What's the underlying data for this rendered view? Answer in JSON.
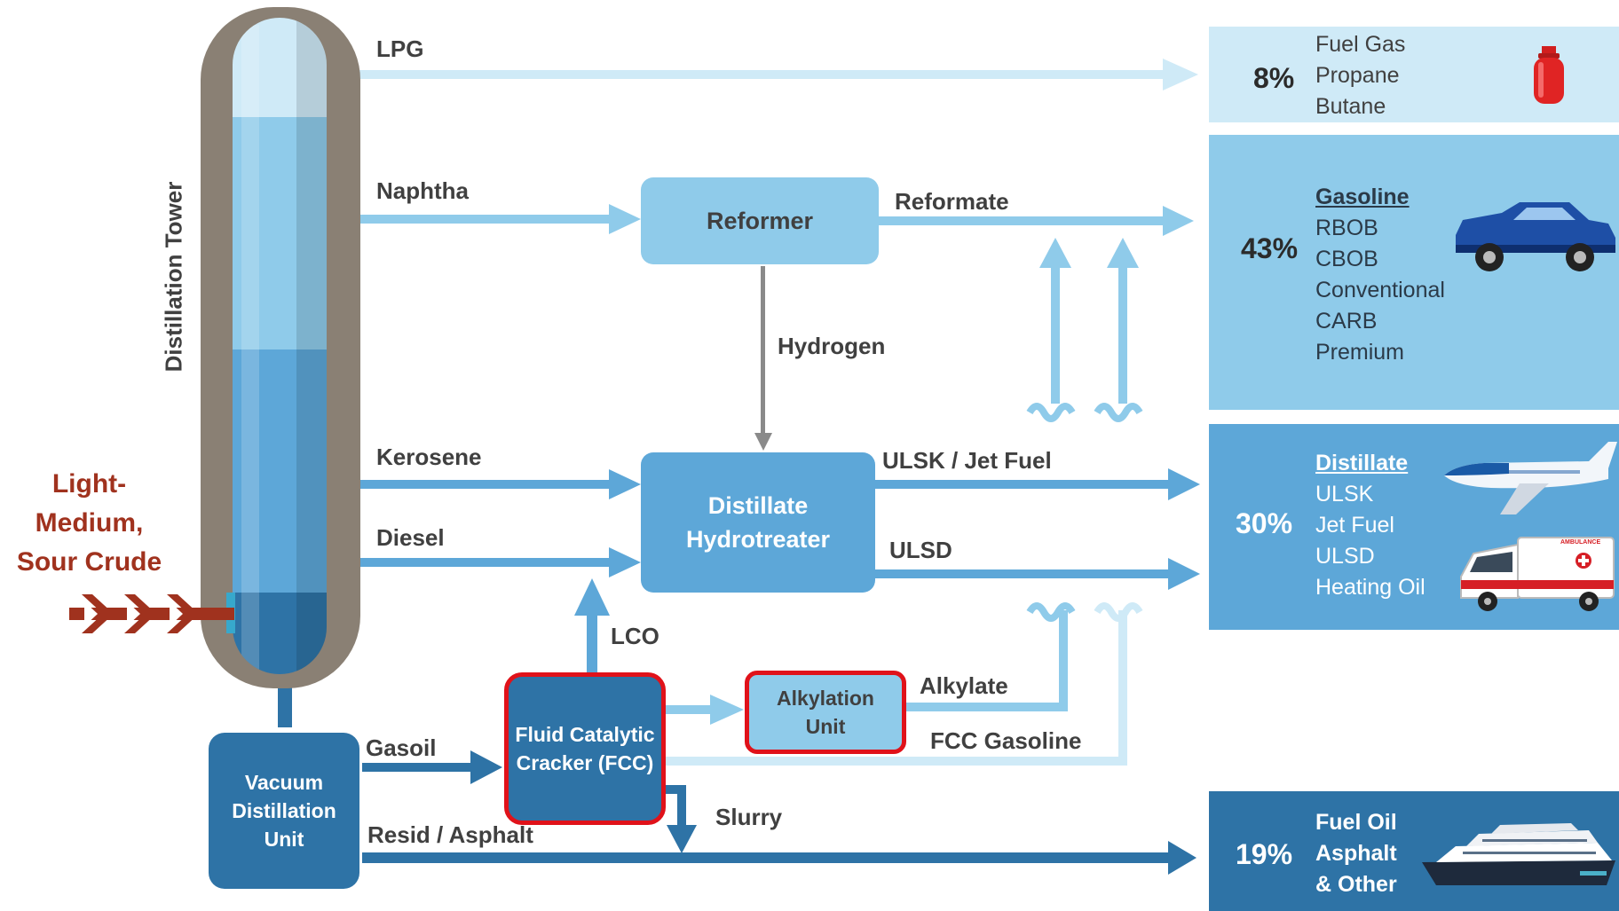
{
  "colors": {
    "lightest": "#cfeaf7",
    "light": "#8fcbea",
    "mid": "#5da7d8",
    "dark": "#2e73a6",
    "tower_shell": "#8a8074",
    "crude_red": "#a0321e",
    "hydrogen_gray": "#8a8a8a",
    "highlight_red": "#e0121a",
    "text": "#404040"
  },
  "tower": {
    "label": "Distillation Tower"
  },
  "crude": {
    "label": "Light-\nMedium,\nSour Crude"
  },
  "streams": {
    "lpg": "LPG",
    "naphtha": "Naphtha",
    "kerosene": "Kerosene",
    "diesel": "Diesel",
    "reformate": "Reformate",
    "hydrogen": "Hydrogen",
    "ulsk_jet": "ULSK / Jet Fuel",
    "ulsd": "ULSD",
    "lco": "LCO",
    "alkylate": "Alkylate",
    "fcc_gasoline": "FCC Gasoline",
    "gasoil": "Gasoil",
    "slurry": "Slurry",
    "resid": "Resid / Asphalt"
  },
  "units": {
    "reformer": "Reformer",
    "hydrotreater_line1": "Distillate",
    "hydrotreater_line2": "Hydrotreater",
    "fcc_line1": "Fluid Catalytic",
    "fcc_line2": "Cracker (FCC)",
    "alky_line1": "Alkylation",
    "alky_line2": "Unit",
    "vacuum_line1": "Vacuum",
    "vacuum_line2": "Distillation",
    "vacuum_line3": "Unit"
  },
  "products": [
    {
      "percent": "8%",
      "title": "",
      "items": [
        "Fuel Gas",
        "Propane",
        "Butane"
      ],
      "icon": "propane-tank-icon"
    },
    {
      "percent": "43%",
      "title": "Gasoline",
      "items": [
        "RBOB",
        "CBOB",
        "Conventional",
        "CARB",
        "Premium"
      ],
      "icon": "car-icon"
    },
    {
      "percent": "30%",
      "title": "Distillate",
      "items": [
        "ULSK",
        "Jet Fuel",
        "ULSD",
        "Heating Oil"
      ],
      "icon": "airplane-icon",
      "icon2": "ambulance-icon",
      "ambulance_text": "AMBULANCE"
    },
    {
      "percent": "19%",
      "title": "",
      "items": [
        "Fuel Oil",
        "Asphalt",
        "& Other"
      ],
      "icon": "cruise-ship-icon"
    }
  ]
}
